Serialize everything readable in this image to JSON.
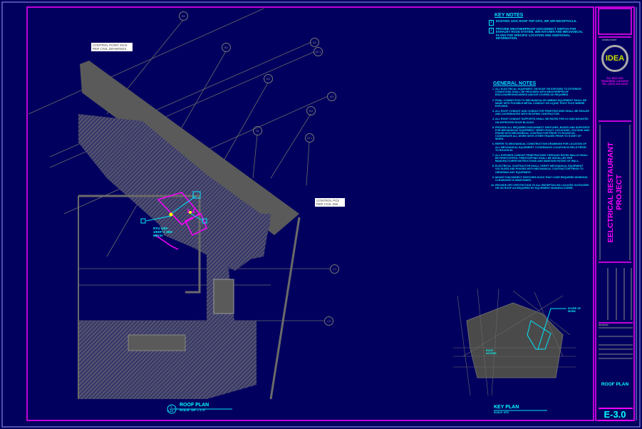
{
  "key_notes": {
    "title": "KEY NOTES",
    "items": [
      {
        "tag": "1",
        "text": "EXISTING 120V, ROOF TOP GFCI, WP, WR RECEPTACLE."
      },
      {
        "tag": "2",
        "text": "PROVIDE WEATHERPROOF DISCONNECT SWITCH FOR EXHAUST HOOD SYSTEM. SEE KITCHEN AND MECHANICAL PLANS FOR SPECIFIC LOCATION AND ADDITIONAL INFORMATION."
      }
    ]
  },
  "general_notes": {
    "title": "GENERAL NOTES",
    "items": [
      "ALL ELECTRICAL EQUIPMENT ON ROOF OR EXPOSED TO EXTERIOR CONDITIONS SHALL BE PROVIDED WITH WEATHERPROOF ENCLOSURES/HOUSINGS AND/OR COVERS AS REQUIRED.",
      "FINAL CONNECTION TO MECHANICAL/PLUMBING EQUIPMENT SHALL BE MADE WITH FLEXIBLE METAL CONDUIT OR LIQUID TIGHT FLEX WHERE EXPOSED.",
      "ALL ROOF CONDUIT AND CONDUCTOR PENETRATIONS SHALL BE SEALED AND COORDINATED WITH ROOFING CONTRACTOR.",
      "ALL ROOF CONDUIT SUPPORTS SHALL BE RATED FOR UV AND MOUNTED ON APPROVED ROOF BLOCKS.",
      "PROVIDE ALL REQUIRED DISCONNECT SWITCHES, BOXES AND SUPPORTS FOR MECHANICAL EQUIPMENT. VERIFY EXACT LOCATIONS, VOLTAGE AND PHASE WITH MECHANICAL CONTRACTOR PRIOR TO ROUGH-IN. COORDINATE ALL WORK WITH OTHER TRADES PRIOR TO START OF WORK.",
      "REFER TO MECHANICAL CONSTRUCTION DRAWINGS FOR LOCATION OF ALL MECHANICAL EQUIPMENT. COORDINATE LOCATION IN FIELD PRIOR TO ROUGH-IN.",
      "ALL EXPOSED CONDUIT PENETRATIONS THROUGH RATED WALLS SHALL BE FIRESTOPPED. FIRESTOPPING SHALL BE INSTALLED PER MANUFACTURER INSTRUCTIONS AND MAINTAIN RATING OF WALL.",
      "ELECTRICAL CONTRACTOR SHALL VERIFY MECHANICAL EQUIPMENT VOLTAGES AND PHASES WITH MECHANICAL CONTRACTOR PRIOR TO ORDERING ANY EQUIPMENT.",
      "MOUNT DISCONNECT SWITCHES SUCH THAT CODE REQUIRED WORKING CLEARANCE IS MAINTAINED.",
      "PROVIDE GFCI PROTECTION TO ALL RECEPTACLES LOCATED OUTDOORS OR ON ROOF AS REQUIRED BY EQUIPMENT MANUFACTURER."
    ]
  },
  "plan": {
    "labels": [
      {
        "id": "control-point-1",
        "text": "CONTROL POINT 20A5 PER CIVIL DRAWINGS"
      },
      {
        "id": "control-point-2",
        "text": "CONTROL PO2 PER CIVIL DW"
      }
    ],
    "equipment_label": "RTU-1/EF-1/KEF-1 SEE MECH",
    "grid_bubbles": [
      "B1",
      "B2",
      "A2",
      "A2.1",
      "B3",
      "A3",
      "B4",
      "31",
      "22.1",
      "C1",
      "C2"
    ],
    "title": "ROOF PLAN",
    "scale": "SCALE: 1/8\" = 1'-0\"",
    "detail_number": "1",
    "detail_sheet": "E-3.0"
  },
  "key_plan": {
    "title": "KEY PLAN",
    "scale": "SCALE: NTS",
    "scope_label": "SCOPE OF WORK",
    "roof_label": "ROOF ACCESS"
  },
  "title_block": {
    "company_small": "CONSULTANT",
    "logo_text": "IDEA",
    "address": [
      "P.O. BOX XXX",
      "PASADENA, CA 91XXX",
      "TEL: (XXX) XXX-XXXX"
    ],
    "project": "EELCTRICAL RESTAURANT PROJECT",
    "revisions_label": "REVISIONS",
    "sheet_name": "ROOF PLAN",
    "sheet_number": "E-3.0"
  },
  "colors": {
    "background": "#02005e",
    "border": "#ff00ff",
    "text": "#00ffff",
    "structure": "#6a6a6a"
  }
}
